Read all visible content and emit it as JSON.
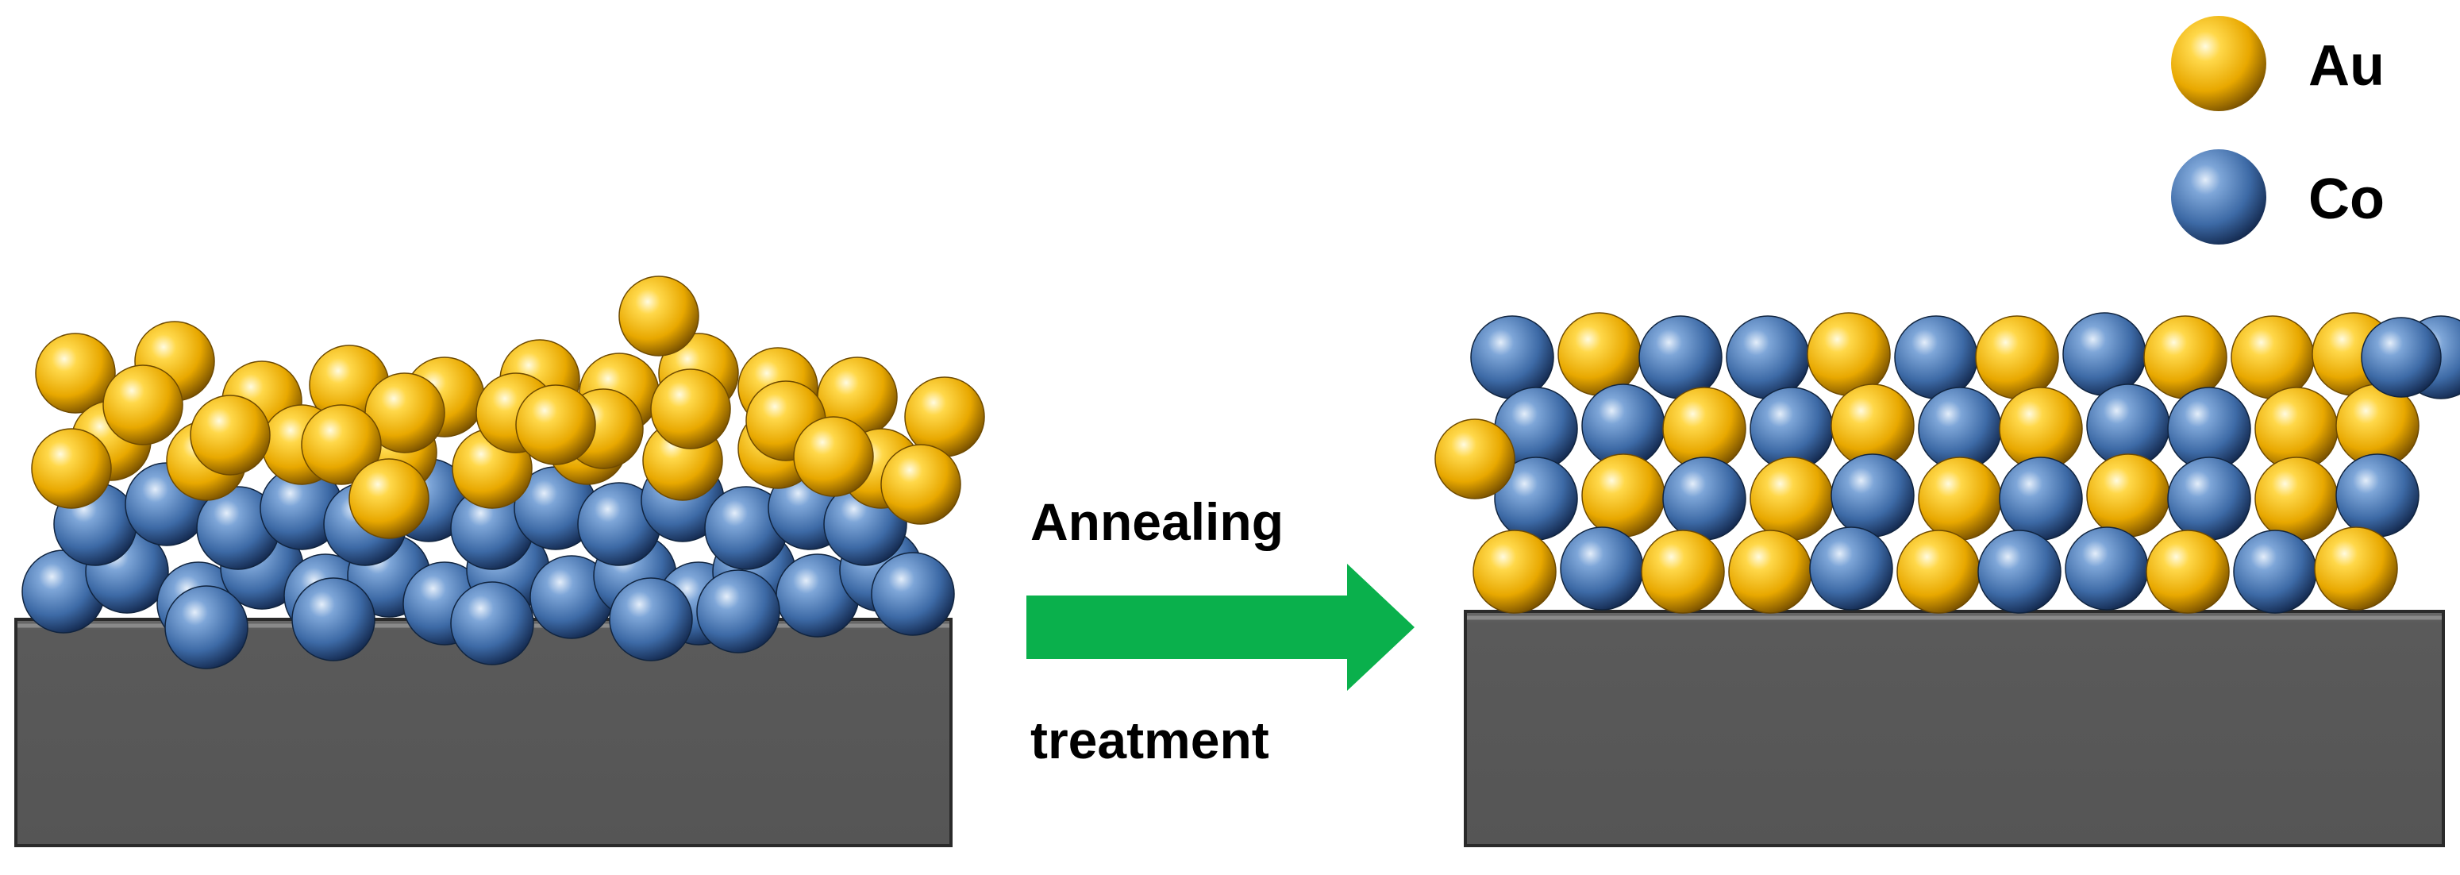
{
  "legend": {
    "items": [
      {
        "label": "Au",
        "color": "#f2b705",
        "icon": "gold-atom-icon"
      },
      {
        "label": "Co",
        "color": "#4a78b5",
        "icon": "cobalt-atom-icon"
      }
    ]
  },
  "process": {
    "line1": "Annealing",
    "line2": "treatment",
    "arrow_color": "#0ab04c"
  },
  "substrate": {
    "color": "#5a5a5a"
  },
  "colors": {
    "au": "#f2b705",
    "co": "#4a78b5"
  }
}
